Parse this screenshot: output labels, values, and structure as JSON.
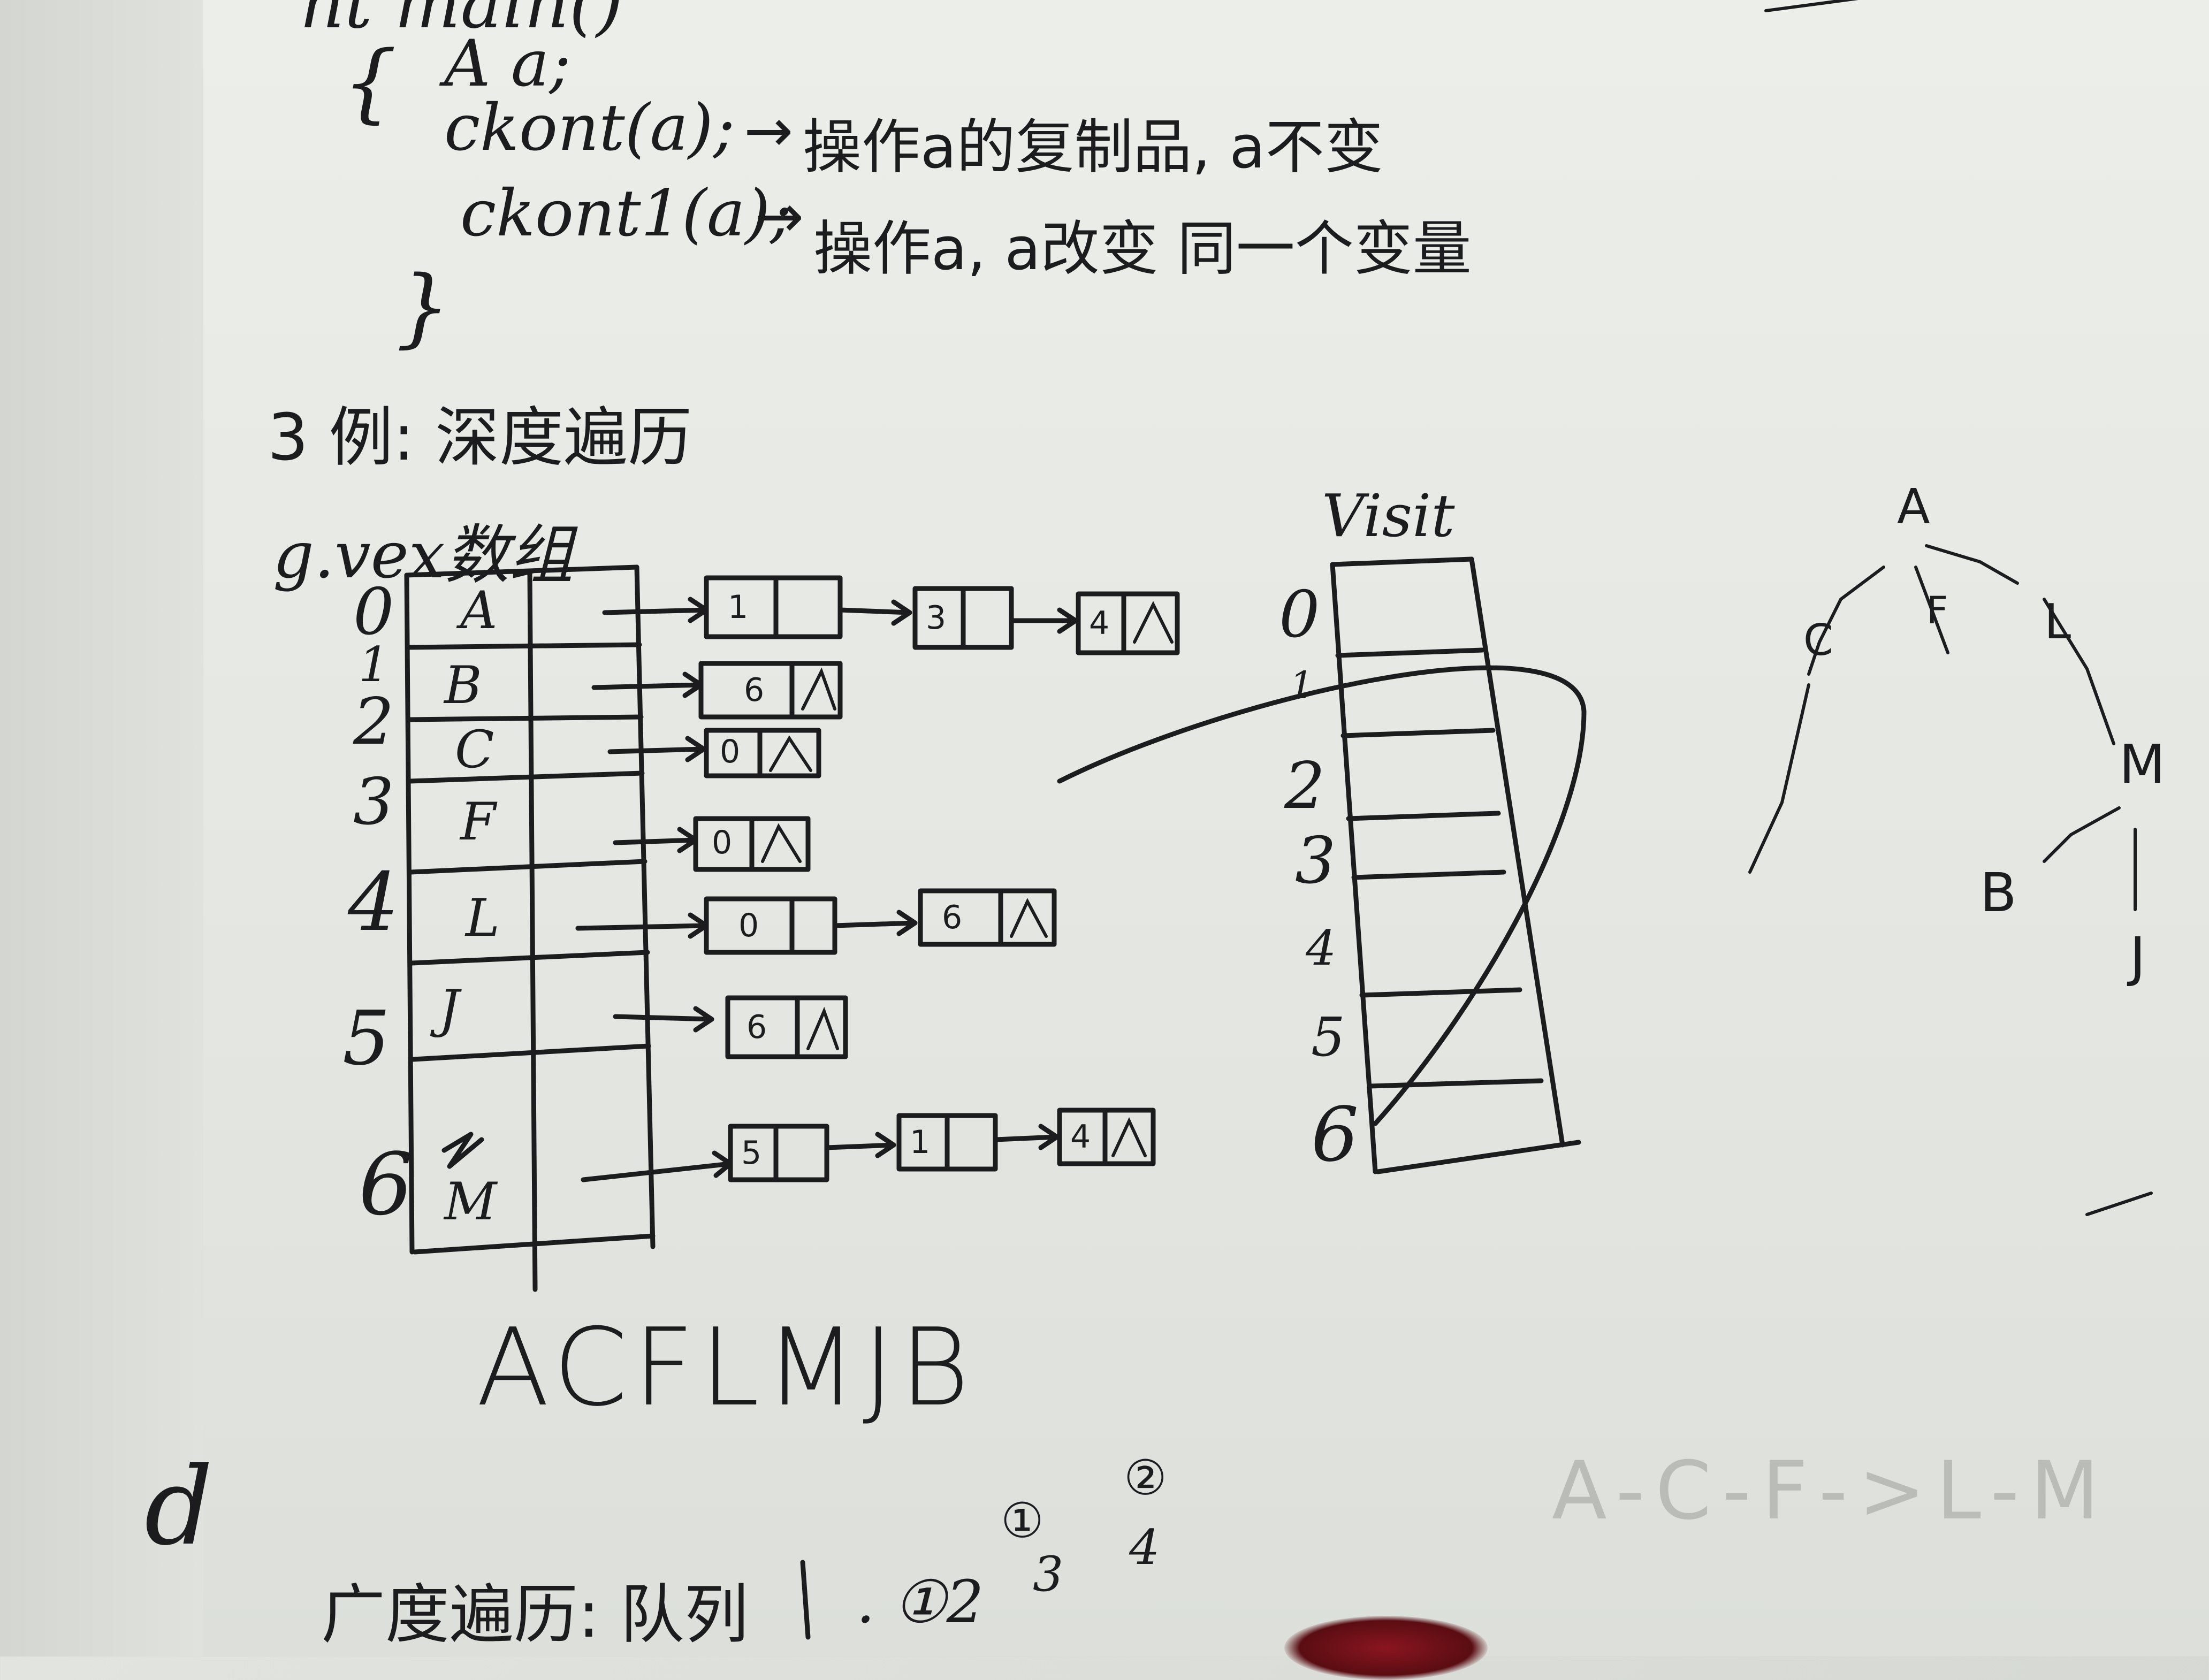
{
  "code": {
    "header": "nt main()",
    "open_brace": "{",
    "decl": "A a;",
    "line1_call": "ckont(a);",
    "line1_note": "操作a的复制品, a不变",
    "line2_call": "ckont1(a);",
    "line2_note": "操作a, a改变  同一个变量",
    "close_brace": "}"
  },
  "example": {
    "heading": "3 例: 深度遍历",
    "vex_label": "g.vex数组"
  },
  "adjacency": {
    "indices": [
      "0",
      "1",
      "2",
      "3",
      "4",
      "5",
      "6"
    ],
    "vertices": [
      "A",
      "B",
      "C",
      "F",
      "L",
      "J",
      "M"
    ],
    "lists": [
      [
        "1",
        "3",
        "4"
      ],
      [
        "6"
      ],
      [
        "0"
      ],
      [
        "0"
      ],
      [
        "0",
        "6"
      ],
      [
        "6"
      ],
      [
        "5",
        "1",
        "4"
      ]
    ]
  },
  "visit": {
    "label": "Visit",
    "indices": [
      "0",
      "1",
      "2",
      "3",
      "4",
      "5",
      "6"
    ]
  },
  "result": "ACFLMJB",
  "tree_labels": [
    "A",
    "C",
    "F",
    "L",
    "M",
    "B",
    "J"
  ],
  "faint_text": "A-C-F->L-M",
  "bottom": {
    "margin_letter": "d",
    "note": "广度遍历: 队列",
    "seq": ". ①2",
    "circled_top": [
      "①",
      "②"
    ],
    "numbers_below": [
      "3",
      "4"
    ]
  },
  "colors": {
    "ink": "#1c1c1e",
    "paper": "#e8eae6",
    "stain": "#8a1520"
  }
}
